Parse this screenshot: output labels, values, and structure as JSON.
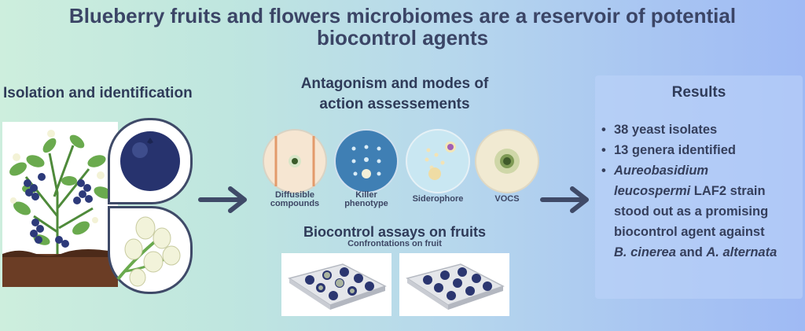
{
  "title_line1": "Blueberry fruits and flowers microbiomes are a reservoir of potential",
  "title_line2": "biocontrol agents",
  "section_isolation": "Isolation and identification",
  "section_antagonism_line1": "Antagonism and modes of",
  "section_antagonism_line2": "action assessements",
  "dishes": [
    {
      "label_line1": "Diffusible",
      "label_line2": "compounds"
    },
    {
      "label_line1": "Killer",
      "label_line2": "phenotype"
    },
    {
      "label_line1": "Siderophore",
      "label_line2": ""
    },
    {
      "label_line1": "VOCS",
      "label_line2": ""
    }
  ],
  "section_biocontrol": "Biocontrol assays on fruits",
  "biocontrol_subtitle": "Confrontations on fruit",
  "results": {
    "title": "Results",
    "item1": "38 yeast isolates",
    "item2": "13 genera identified",
    "item3_italic": "Aureobasidium",
    "item3_line2_italic": "leucospermi",
    "item3_line2_rest": " LAF2 strain",
    "item3_line3": "stood out as a promising",
    "item3_line4": "biocontrol agent against",
    "item3_line5_a": "B. cinerea",
    "item3_line5_and": " and ",
    "item3_line5_b": "A. alternata"
  },
  "colors": {
    "accent": "#3f4a68",
    "blueberry": "#2d3a7a",
    "soil": "#6b3d25",
    "leaf": "#6aaa4e"
  },
  "icons": [
    "blueberry-plant",
    "blueberry-fruit",
    "blueberry-flowers",
    "arrow-right",
    "petri-dish",
    "fruit-tray"
  ]
}
